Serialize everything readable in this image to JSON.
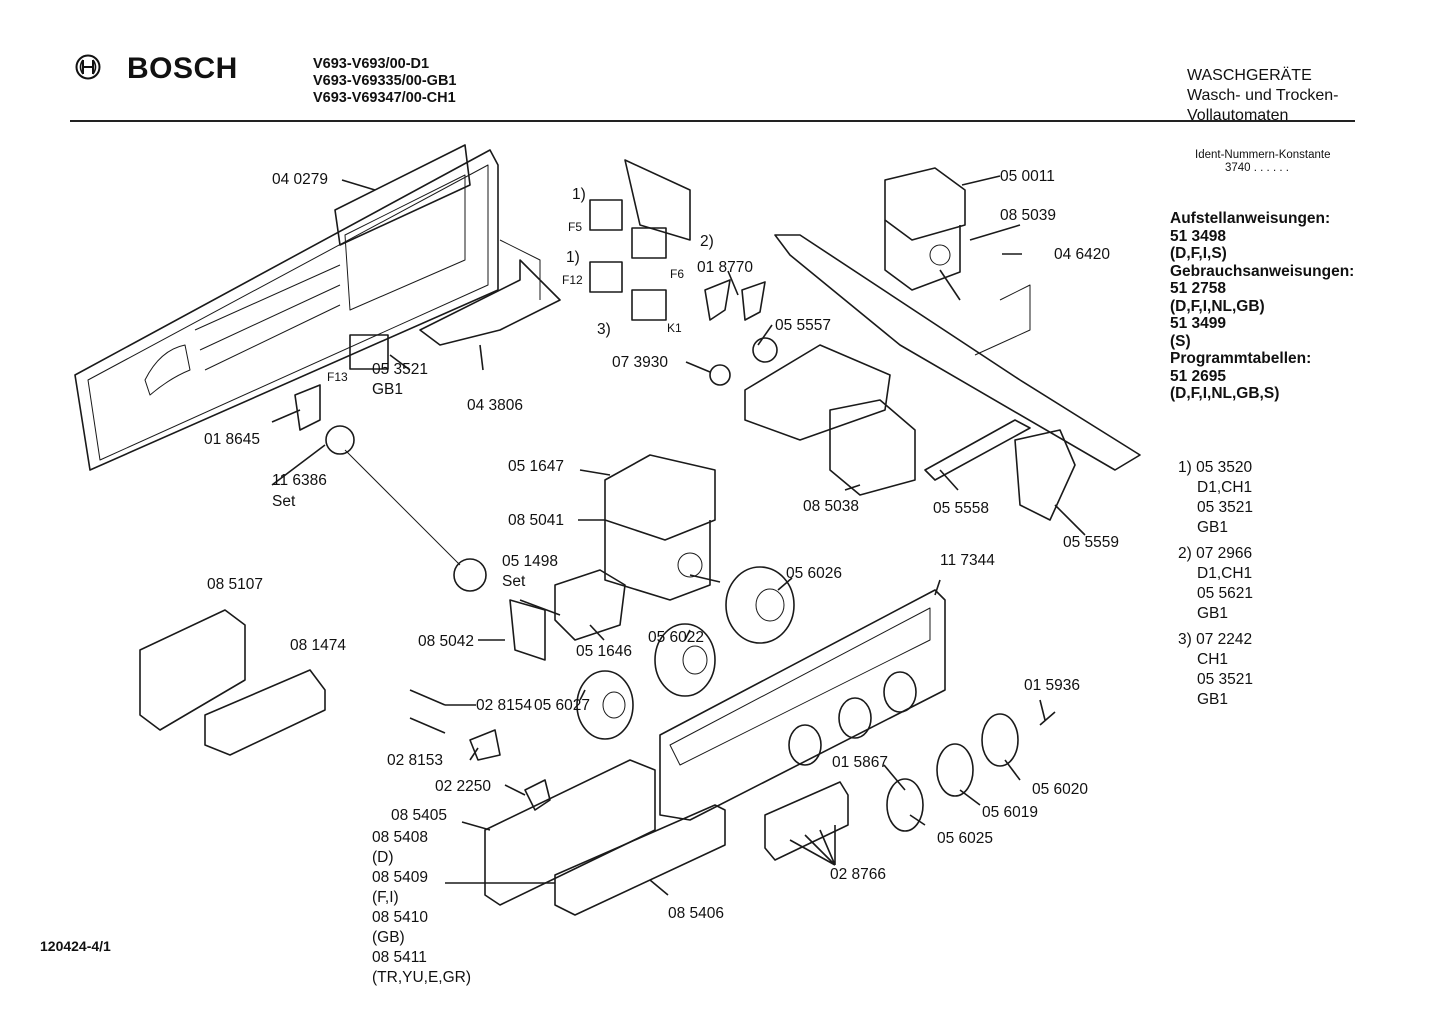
{
  "header": {
    "brand": "BOSCH",
    "models": [
      "V693-V693/00-D1",
      "V693-V69335/00-GB1",
      "V693-V69347/00-CH1"
    ],
    "category": [
      "WASCHGERÄTE",
      "Wasch- und Trocken-",
      "Vollautomaten"
    ]
  },
  "ident": {
    "label": "Ident-Nummern-Konstante",
    "value": "3740  . .  . . . ."
  },
  "instructions": [
    "Aufstellanweisungen:",
    "51 3498",
    "(D,F,I,S)",
    "Gebrauchsanweisungen:",
    "51 2758",
    "(D,F,I,NL,GB)",
    "51 3499",
    "(S)",
    "Programmtabellen:",
    "51 2695",
    "(D,F,I,NL,GB,S)"
  ],
  "notes": [
    {
      "head": "1) 05 3520",
      "lines": [
        "D1,CH1",
        "05 3521",
        "GB1"
      ]
    },
    {
      "head": "2) 07 2966",
      "lines": [
        "D1,CH1",
        "05 5621",
        "GB1"
      ]
    },
    {
      "head": "3) 07 2242",
      "lines": [
        "CH1",
        "05 3521",
        "GB1"
      ]
    }
  ],
  "footer": "120424-4/1",
  "parts": {
    "p040279": "04 0279",
    "n1a": "1)",
    "f5": "F5",
    "n2": "2)",
    "n1b": "1)",
    "f6": "F6",
    "f12": "F12",
    "p018770": "01 8770",
    "n3": "3)",
    "k1": "K1",
    "p050011": "05 0011",
    "p085039": "08 5039",
    "p046420": "04 6420",
    "p055557": "05 5557",
    "p073930": "07 3930",
    "f13": "F13",
    "p053521": "05 3521",
    "gb1": "GB1",
    "p043806": "04 3806",
    "p018645": "01 8645",
    "p116386": "11 6386",
    "set1": "Set",
    "p051647": "05 1647",
    "p085041": "08 5041",
    "p085038": "08 5038",
    "p055558": "05 5558",
    "p055559": "05 5559",
    "p051498": "05 1498",
    "set2": "Set",
    "p056026": "05 6026",
    "p117344": "11 7344",
    "p085107": "08 5107",
    "p081474": "08 1474",
    "p085042": "08 5042",
    "p056022": "05 6022",
    "p051646": "05 1646",
    "p028154": "02 8154",
    "p056027": "05 6027",
    "p015936": "01 5936",
    "p028153": "02 8153",
    "p022250": "02 2250",
    "p015867": "01 5867",
    "p056020": "05 6020",
    "p056019": "05 6019",
    "p056025": "05 6025",
    "p085405": "08 5405",
    "p085408": "08 5408",
    "c_d": "(D)",
    "p085409": "08 5409",
    "c_fi": "(F,I)",
    "p085410": "08 5410",
    "c_gb": "(GB)",
    "p085411": "08 5411",
    "c_tr": "(TR,YU,E,GR)",
    "p028766": "02 8766",
    "p085406": "08 5406"
  }
}
